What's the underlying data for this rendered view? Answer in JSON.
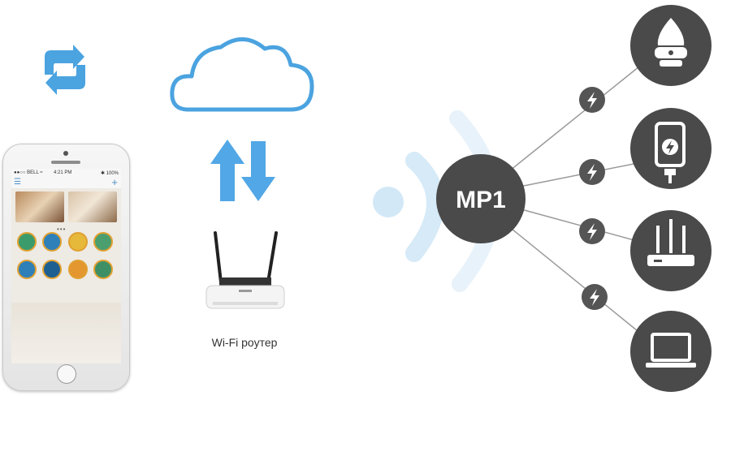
{
  "router": {
    "caption": "Wi-Fi роутер"
  },
  "hub": {
    "label": "MP1"
  },
  "phone": {
    "status_carrier": "●●○○ BELL ≈",
    "status_time": "4:21 PM",
    "status_battery": "✱ 100%"
  },
  "devices": [
    {
      "name": "humidifier",
      "icon": "humidifier-icon"
    },
    {
      "name": "phone-charger",
      "icon": "charger-icon"
    },
    {
      "name": "wifi-router",
      "icon": "router-icon"
    },
    {
      "name": "laptop",
      "icon": "laptop-icon"
    }
  ],
  "colors": {
    "accent_blue": "#5aa9e6",
    "dark_circle": "#4a4a4a",
    "line_gray": "#9a9a9a",
    "wifi_arc": "#d6eaf7"
  }
}
